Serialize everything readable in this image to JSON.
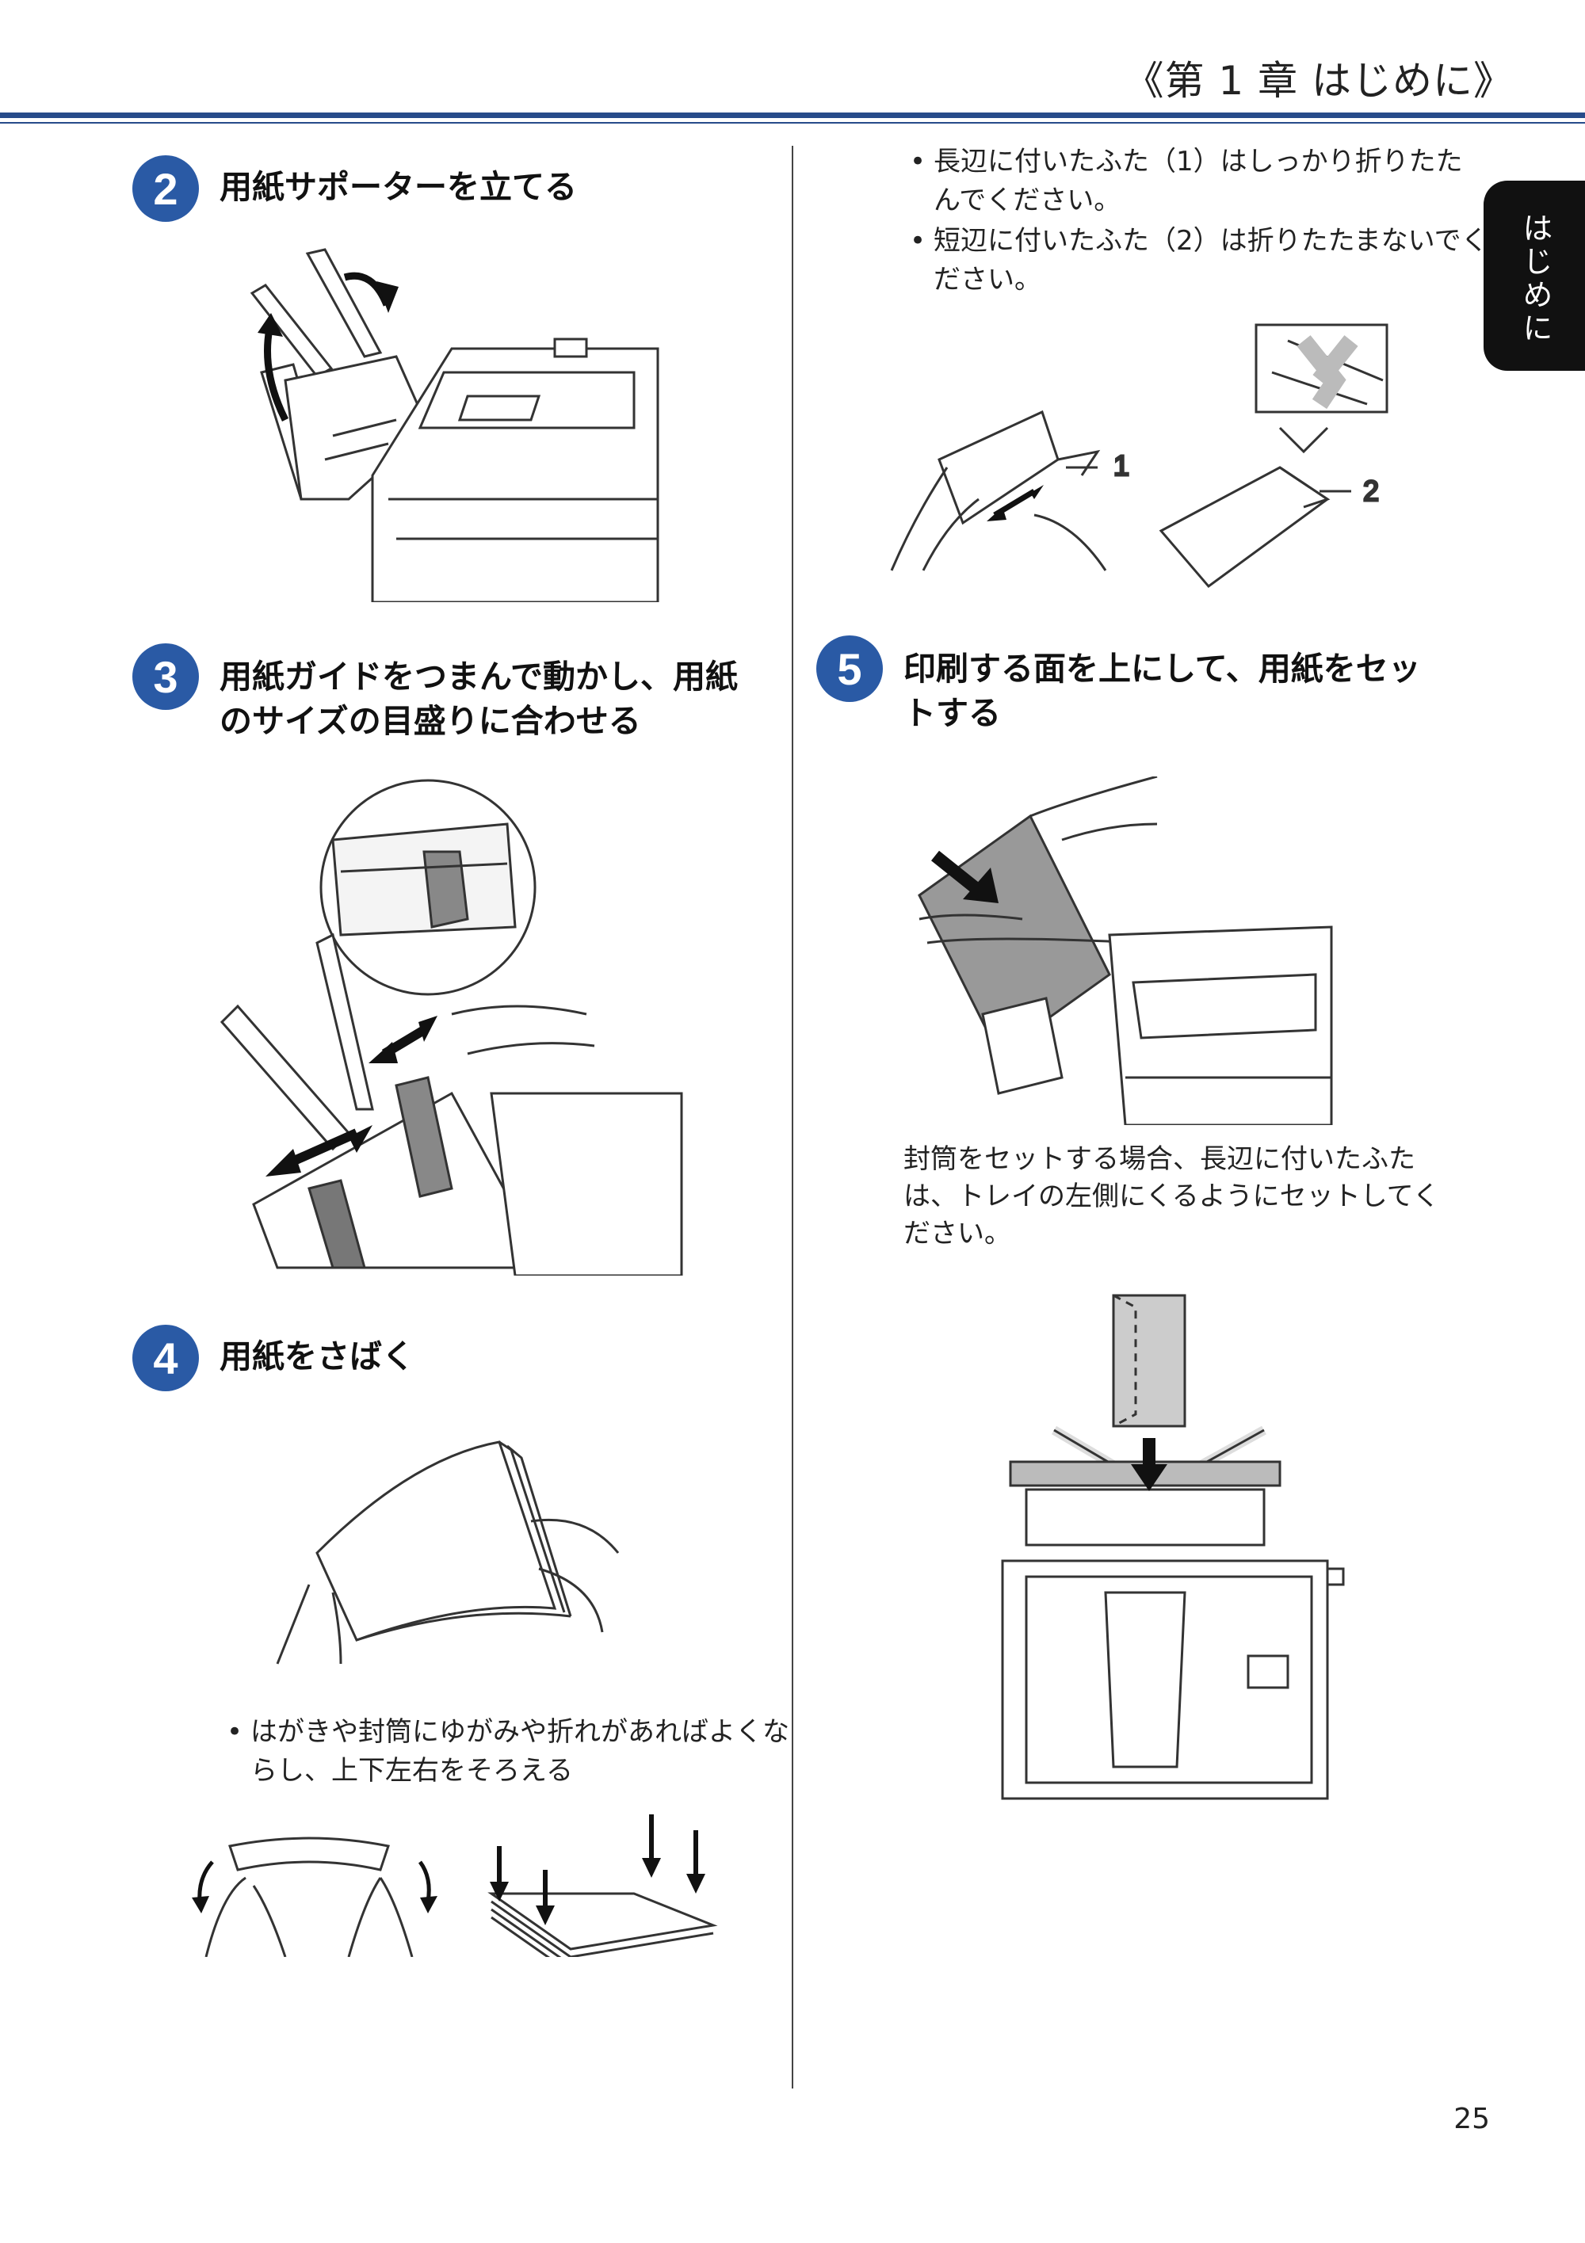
{
  "header": {
    "chapter_title": "《第 1 章 はじめに》",
    "side_tab_label": "はじめに"
  },
  "steps": [
    {
      "number": "2",
      "title_lines": [
        "用紙サポーターを立てる"
      ]
    },
    {
      "number": "3",
      "title_lines": [
        "用紙ガイドをつまんで動かし、用紙",
        "のサイズの目盛りに合わせる"
      ]
    },
    {
      "number": "4",
      "title_lines": [
        "用紙をさばく"
      ],
      "note": "はがきや封筒にゆがみや折れがあればよくならし、上下左右をそろえる"
    },
    {
      "number": "5",
      "title_lines": [
        "印刷する面を上にして、用紙をセッ",
        "トする"
      ],
      "note": "封筒をセットする場合、長辺に付いたふたは、トレイの左側にくるようにセットしてください。"
    }
  ],
  "envelope_notes": [
    "長辺に付いたふた（1）はしっかり折りたたんでください。",
    "短辺に付いたふた（2）は折りたたまないでください。"
  ],
  "callouts": {
    "flap_long": "1",
    "flap_short": "2"
  },
  "page_number": "25"
}
